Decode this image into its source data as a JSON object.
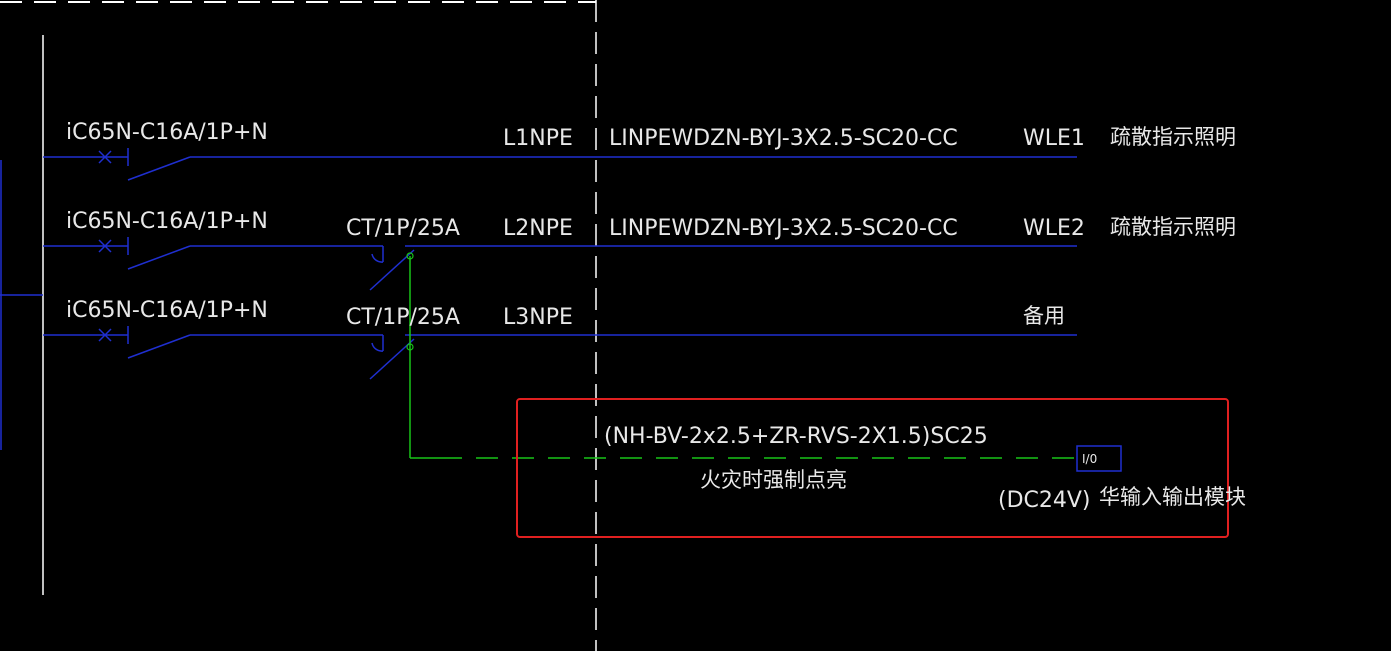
{
  "circuits": [
    {
      "breaker": "iC65N-C16A/1P+N",
      "contactor": "",
      "phase": "L1NPE",
      "cable": "LINPEWDZN-BYJ-3X2.5-SC20-CC",
      "circuit_id": "WLE1",
      "description": "疏散指示照明"
    },
    {
      "breaker": "iC65N-C16A/1P+N",
      "contactor": "CT/1P/25A",
      "phase": "L2NPE",
      "cable": "LINPEWDZN-BYJ-3X2.5-SC20-CC",
      "circuit_id": "WLE2",
      "description": "疏散指示照明"
    },
    {
      "breaker": "iC65N-C16A/1P+N",
      "contactor": "CT/1P/25A",
      "phase": "L3NPE",
      "cable": "",
      "circuit_id": "",
      "description": "备用"
    }
  ],
  "control": {
    "cable": "(NH-BV-2x2.5+ZR-RVS-2X1.5)SC25",
    "note": "火灾时强制点亮",
    "module_label": "I/0",
    "module_voltage": "(DC24V)",
    "module_name": "华输入输出模块"
  },
  "colors": {
    "background": "#000000",
    "circuit_line": "#1f2fd0",
    "control_line": "#19c419",
    "highlight_box": "#e02020",
    "frame_line": "#ffffff",
    "text": "#e8e8e8"
  }
}
